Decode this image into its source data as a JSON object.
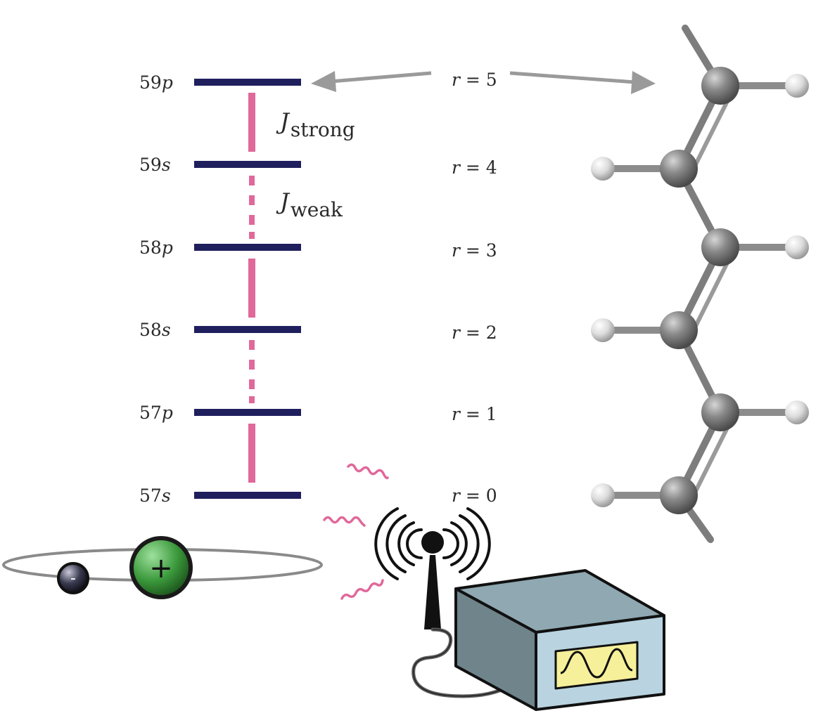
{
  "levels": [
    {
      "num": "59",
      "orb": "p",
      "r_var": "r",
      "r_eq": " = ",
      "r_val": "5"
    },
    {
      "num": "59",
      "orb": "s",
      "r_var": "r",
      "r_eq": " = ",
      "r_val": "4"
    },
    {
      "num": "58",
      "orb": "p",
      "r_var": "r",
      "r_eq": " = ",
      "r_val": "3"
    },
    {
      "num": "58",
      "orb": "s",
      "r_var": "r",
      "r_eq": " = ",
      "r_val": "2"
    },
    {
      "num": "57",
      "orb": "p",
      "r_var": "r",
      "r_eq": " = ",
      "r_val": "1"
    },
    {
      "num": "57",
      "orb": "s",
      "r_var": "r",
      "r_eq": " = ",
      "r_val": "0"
    }
  ],
  "couplings": {
    "strong": {
      "symbol": "J",
      "sub": "strong"
    },
    "weak": {
      "symbol": "J",
      "sub": "weak"
    }
  },
  "atom": {
    "electron_sign": "-",
    "nucleus_sign": "+"
  },
  "colors": {
    "level_line": "#1f1f5e",
    "coupling": "#e0689a",
    "arrow": "#9a9a9a",
    "nucleus": "#3c9a3c",
    "box_front": "#b9d4e0",
    "box_top": "#8fa8b1",
    "box_side": "#6f848b",
    "screen": "#f6f09a"
  }
}
